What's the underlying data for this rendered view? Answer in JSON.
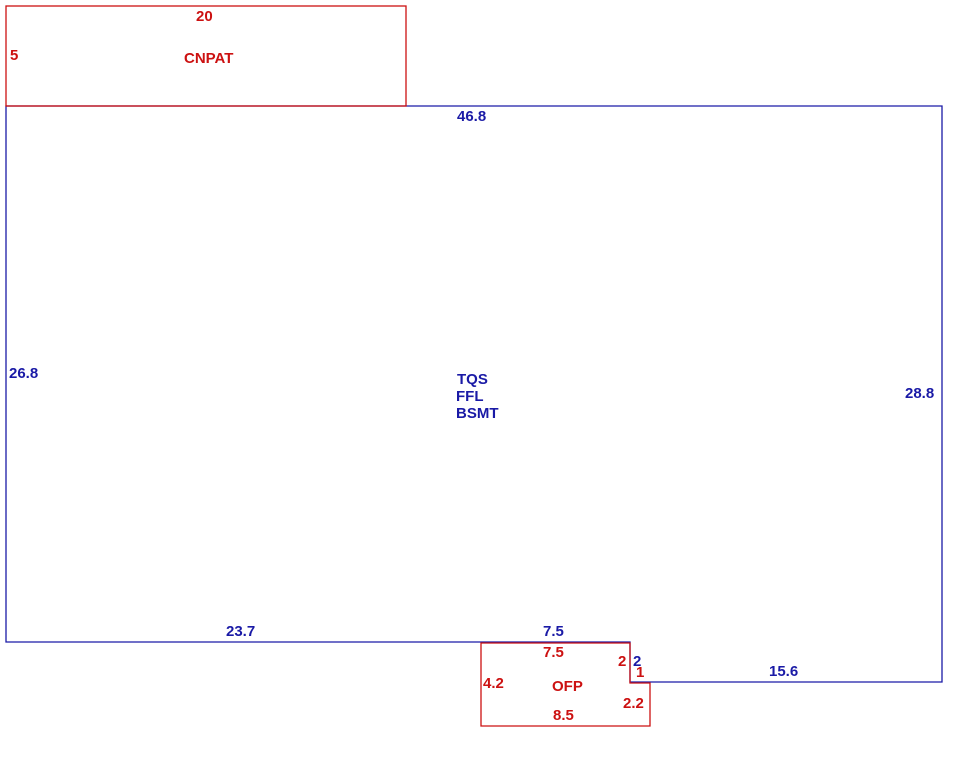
{
  "colors": {
    "red": "#cc1111",
    "blue": "#1a1aa6"
  },
  "cnpat": {
    "name": "CNPAT",
    "top": "20",
    "left": "5"
  },
  "main": {
    "lines": [
      "TQS",
      "FFL",
      "BSMT"
    ],
    "top": "46.8",
    "left": "26.8",
    "right": "28.8",
    "bottom_left": "23.7",
    "bottom_mid": "7.5",
    "step": "2",
    "bottom_right": "15.6"
  },
  "ofp": {
    "name": "OFP",
    "top": "7.5",
    "left": "4.2",
    "right_upper": "2",
    "notch": "1",
    "right_lower": "2.2",
    "bottom": "8.5"
  }
}
